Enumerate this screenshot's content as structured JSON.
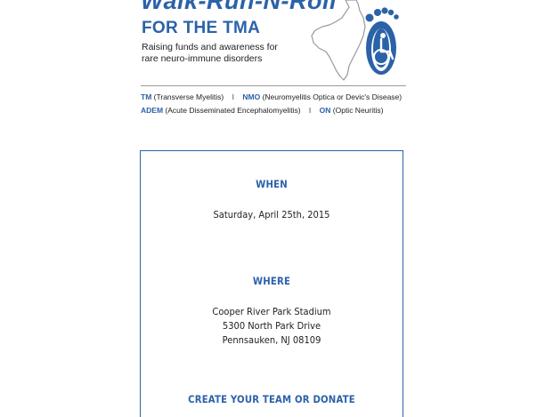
{
  "header": {
    "title_line1": "Walk-Run-N-Roll",
    "title_line2": "FOR THE TMA",
    "tagline_line1": "Raising funds and awareness for",
    "tagline_line2": "rare neuro-immune disorders"
  },
  "legend": {
    "row1": [
      {
        "abbr": "TM",
        "desc": "(Transverse Myelitis)"
      },
      {
        "abbr": "NMO",
        "desc": "(Neuromyelitis Optica or Devic's Disease)"
      }
    ],
    "row2": [
      {
        "abbr": "ADEM",
        "desc": "(Acute Disseminated Encephalomyelitis)"
      },
      {
        "abbr": "ON",
        "desc": "(Optic Neuritis)"
      }
    ],
    "separator": "I"
  },
  "event": {
    "when_heading": "WHEN",
    "when_date": "Saturday, April 25th, 2015",
    "where_heading": "WHERE",
    "where_line1": "Cooper River Park Stadium",
    "where_line2": "5300 North Park Drive",
    "where_line3": "Pennsauken, NJ 08109",
    "cta_heading": "CREATE YOUR TEAM OR DONATE"
  },
  "icons": {
    "logo": "footprint-wheelchair-icon",
    "map": "new-jersey-map-outline"
  },
  "colors": {
    "brand_blue": "#2b62a8",
    "text": "#222222",
    "divider": "#9a9a9a"
  }
}
